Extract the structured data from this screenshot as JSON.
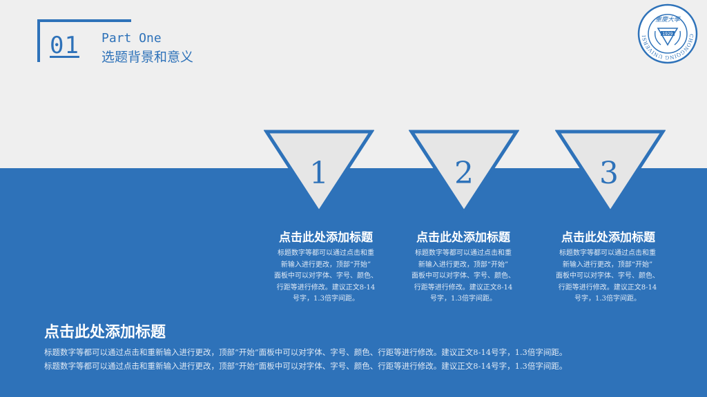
{
  "header": {
    "number": "01",
    "part": "Part One",
    "subtitle": "选题背景和意义"
  },
  "logo": {
    "ring_text": "CHONGQING UNIVERSITY",
    "year": "1929",
    "calligraphy": "重慶大學",
    "color": "#2e72b9"
  },
  "columns": [
    {
      "number": "1",
      "title": "点击此处添加标题",
      "lines": [
        "标题数字等都可以通过点击和重",
        "新输入进行更改，顶部“开始”",
        "面板中可以对字体、字号、颜色、",
        "行距等进行修改。建议正文8-14",
        "号字，1.3倍字间距。"
      ]
    },
    {
      "number": "2",
      "title": "点击此处添加标题",
      "lines": [
        "标题数字等都可以通过点击和重",
        "新输入进行更改，顶部“开始”",
        "面板中可以对字体、字号、颜色、",
        "行距等进行修改。建议正文8-14",
        "号字，1.3倍字间距。"
      ]
    },
    {
      "number": "3",
      "title": "点击此处添加标题",
      "lines": [
        "标题数字等都可以通过点击和重",
        "新输入进行更改，顶部“开始”",
        "面板中可以对字体、字号、颜色、",
        "行距等进行修改。建议正文8-14",
        "号字，1.3倍字间距。"
      ]
    }
  ],
  "main": {
    "title": "点击此处添加标题",
    "lines": [
      "标题数字等都可以通过点击和重新输入进行更改，顶部“开始”面板中可以对字体、字号、颜色、行距等进行修改。建议正文8-14号字，1.3倍字间距。",
      "标题数字等都可以通过点击和重新输入进行更改，顶部“开始”面板中可以对字体、字号、颜色、行距等进行修改。建议正文8-14号字，1.3倍字间距。"
    ]
  },
  "colors": {
    "accent": "#2e72b9",
    "background": "#efefef",
    "triangle_fill": "#e6e6e6"
  }
}
